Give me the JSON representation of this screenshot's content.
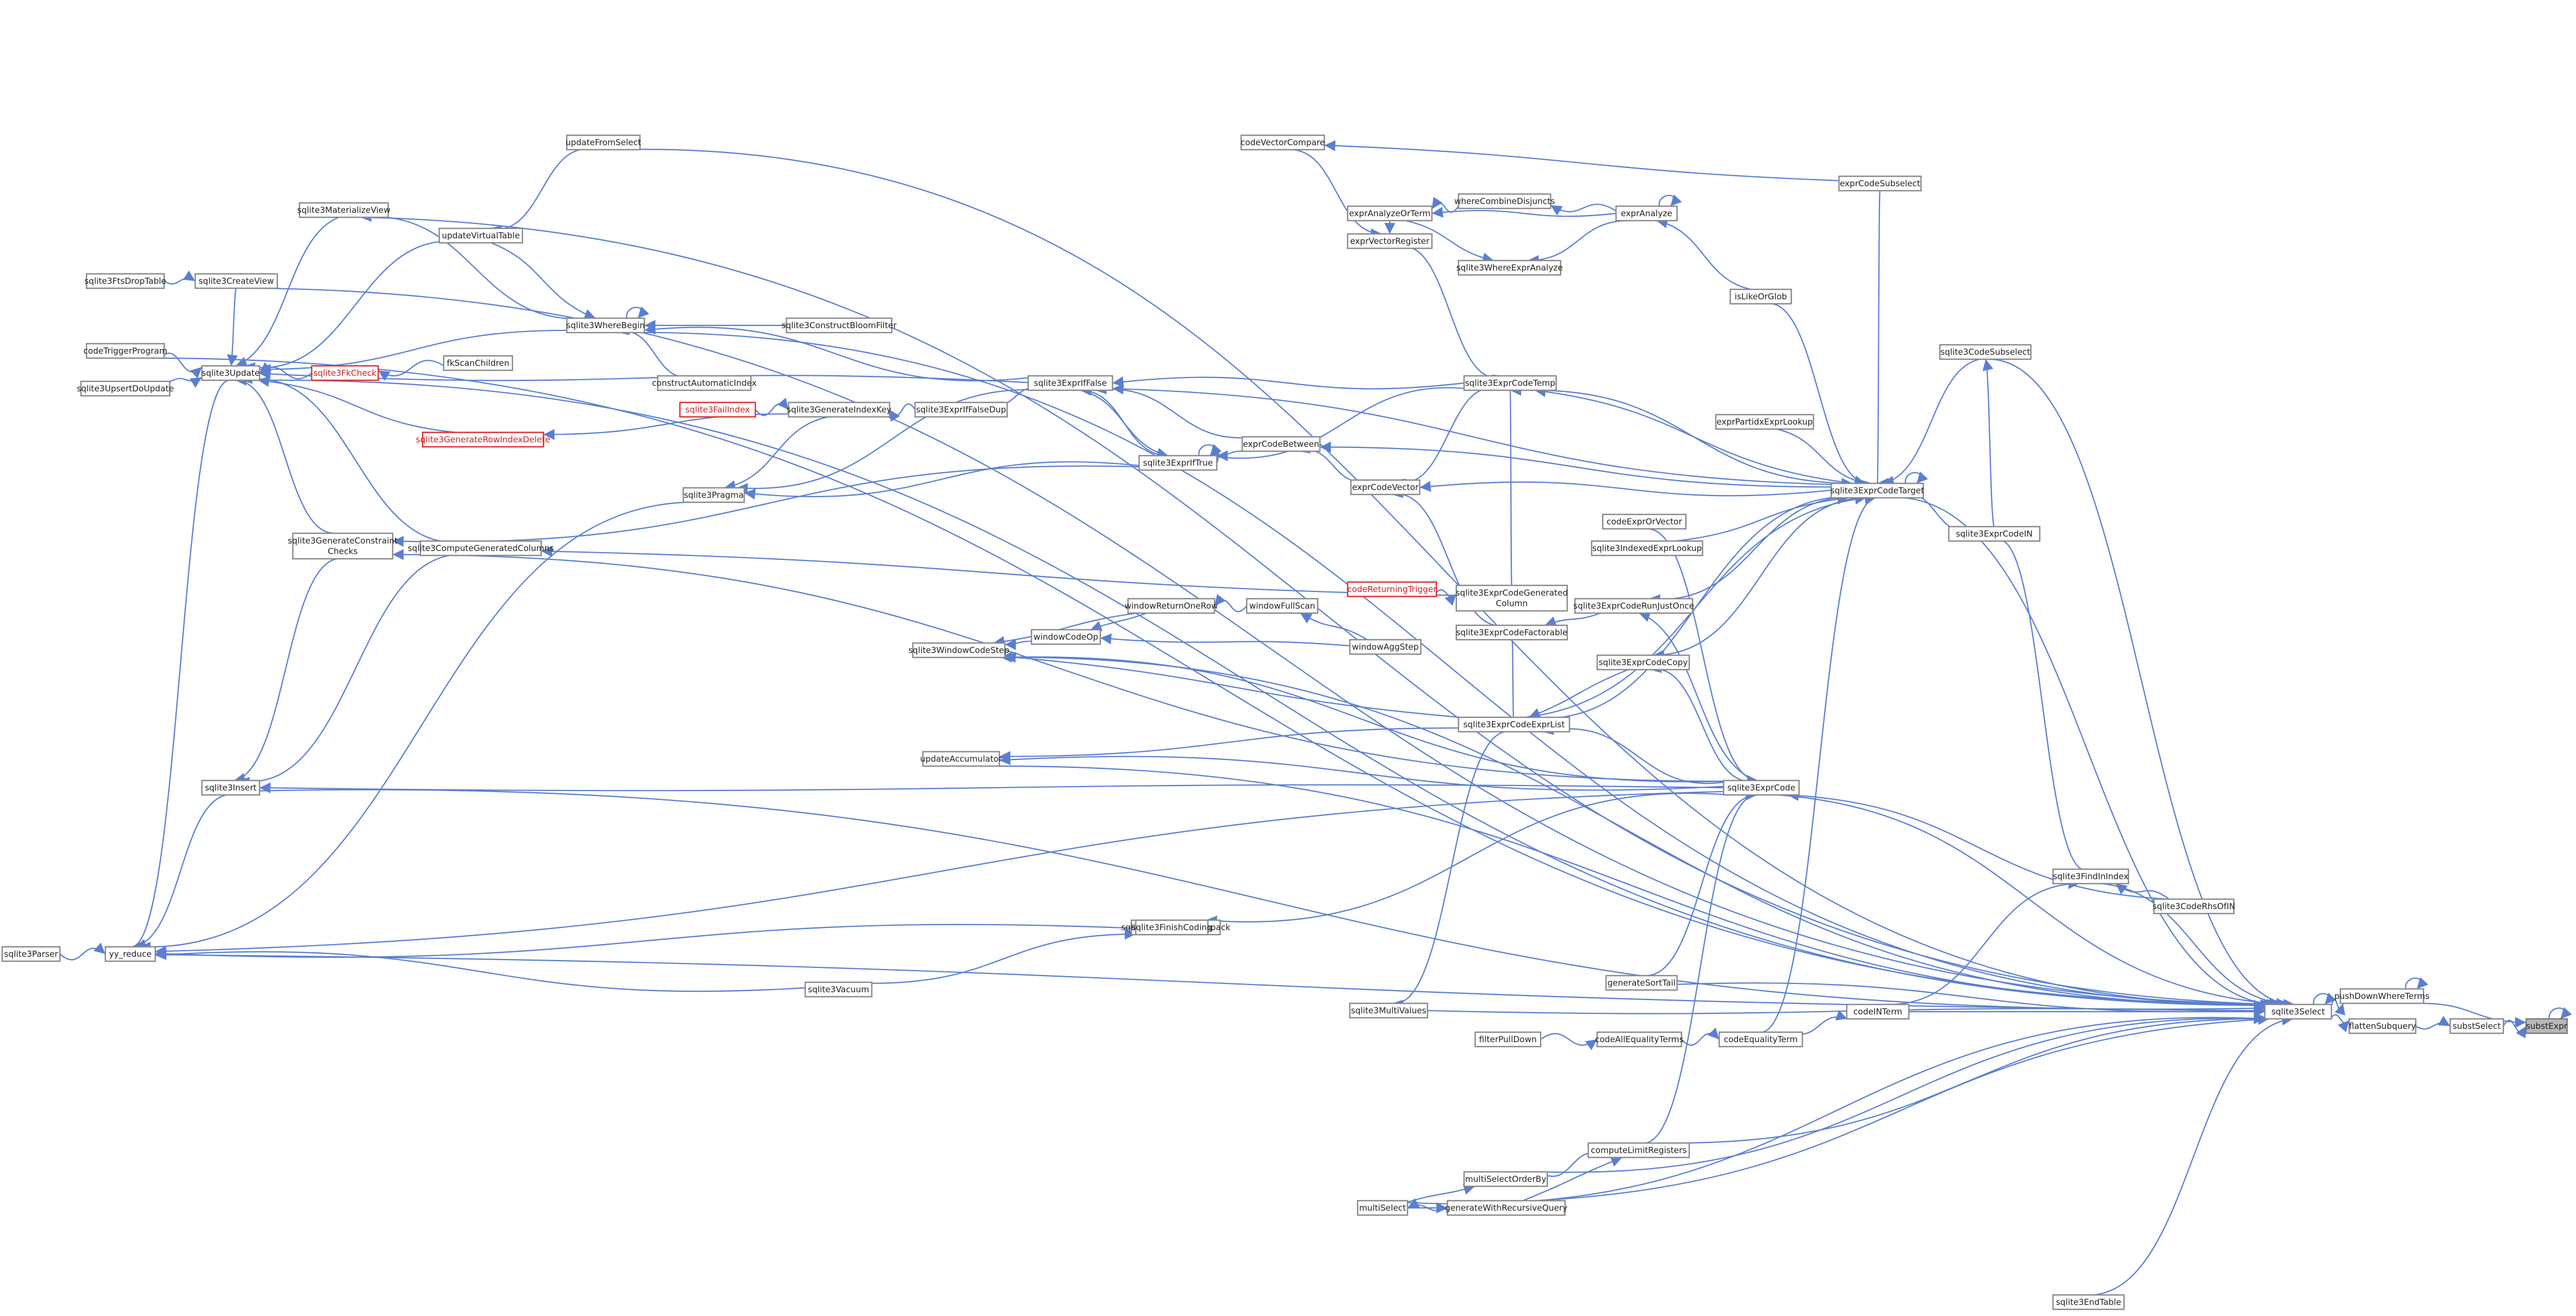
{
  "nodes": [
    {
      "id": "subst",
      "label": "substExpr",
      "style": "dark"
    },
    {
      "id": "substSelect",
      "label": "substSelect"
    },
    {
      "id": "pushDown",
      "label": "pushDownWhereTerms"
    },
    {
      "id": "flatten",
      "label": "flattenSubquery"
    },
    {
      "id": "select",
      "label": "sqlite3Select"
    },
    {
      "id": "codeRowTrigger",
      "label": "codeTriggerProgram"
    },
    {
      "id": "update",
      "label": "sqlite3Update"
    },
    {
      "id": "insert",
      "label": "sqlite3Insert"
    },
    {
      "id": "yyreduce",
      "label": "yy_reduce"
    },
    {
      "id": "parser",
      "label": "sqlite3Parser"
    },
    {
      "id": "dropTable",
      "label": "sqlite3FtsDropTable"
    },
    {
      "id": "createView",
      "label": "sqlite3CreateView"
    },
    {
      "id": "upsert",
      "label": "sqlite3UpsertDoUpdate"
    },
    {
      "id": "materialize",
      "label": "sqlite3MaterializeView"
    },
    {
      "id": "updateVT",
      "label": "updateVirtualTable"
    },
    {
      "id": "updFromSel",
      "label": "updateFromSelect"
    },
    {
      "id": "whereBegin",
      "label": "sqlite3WhereBegin"
    },
    {
      "id": "fkCheck",
      "label": "sqlite3FkCheck",
      "style": "red"
    },
    {
      "id": "fkScan",
      "label": "fkScanChildren"
    },
    {
      "id": "genRowDel",
      "label": "sqlite3GenerateRowIndexDelete",
      "style": "red"
    },
    {
      "id": "genConstr",
      "label": "sqlite3GenerateConstraint\nChecks"
    },
    {
      "id": "computeGen",
      "label": "sqlite3ComputeGeneratedColumns"
    },
    {
      "id": "pragma",
      "label": "sqlite3Pragma"
    },
    {
      "id": "bloom",
      "label": "sqlite3ConstructBloomFilter"
    },
    {
      "id": "autoIdx",
      "label": "constructAutomaticIndex"
    },
    {
      "id": "failIdx",
      "label": "sqlite3FailIndex",
      "style": "red"
    },
    {
      "id": "genIdxKey",
      "label": "sqlite3GenerateIndexKey"
    },
    {
      "id": "ifFalseDup",
      "label": "sqlite3ExprIfFalseDup"
    },
    {
      "id": "ifFalse",
      "label": "sqlite3ExprIfFalse"
    },
    {
      "id": "ifTrue",
      "label": "sqlite3ExprIfTrue"
    },
    {
      "id": "winCodeStep",
      "label": "sqlite3WindowCodeStep"
    },
    {
      "id": "winCodeOp",
      "label": "windowCodeOp"
    },
    {
      "id": "winReturnRow",
      "label": "windowReturnOneRow"
    },
    {
      "id": "winFullScan",
      "label": "windowFullScan"
    },
    {
      "id": "winAggStep",
      "label": "windowAggStep"
    },
    {
      "id": "updAccum",
      "label": "updateAccumulator"
    },
    {
      "id": "vtabUpdate",
      "label": "sqlite3VdbeRecordUnpack"
    },
    {
      "id": "vacuum",
      "label": "sqlite3Vacuum"
    },
    {
      "id": "multiValues",
      "label": "sqlite3MultiValues"
    },
    {
      "id": "codeVecCmp",
      "label": "codeVectorCompare"
    },
    {
      "id": "whereCombine",
      "label": "whereCombineDisjuncts"
    },
    {
      "id": "exprAnalyzeAll",
      "label": "exprAnalyzeOrTerm"
    },
    {
      "id": "exprAnalyze",
      "label": "exprAnalyze"
    },
    {
      "id": "exprVecReg",
      "label": "exprVectorRegister"
    },
    {
      "id": "whereExprAnalyze",
      "label": "sqlite3WhereExprAnalyze"
    },
    {
      "id": "codeTemp",
      "label": "sqlite3ExprCodeTemp"
    },
    {
      "id": "codeBetween",
      "label": "exprCodeBetween"
    },
    {
      "id": "codeVector",
      "label": "exprCodeVector"
    },
    {
      "id": "codeRetTrig",
      "label": "codeReturningTrigger",
      "style": "red"
    },
    {
      "id": "codeGenCol",
      "label": "sqlite3ExprCodeGenerated\nColumn"
    },
    {
      "id": "codeFactorable",
      "label": "sqlite3ExprCodeFactorable"
    },
    {
      "id": "codeExprList",
      "label": "sqlite3ExprCodeExprList"
    },
    {
      "id": "codeCopy",
      "label": "sqlite3ExprCodeCopy"
    },
    {
      "id": "runOnce",
      "label": "sqlite3ExprCodeRunJustOnce"
    },
    {
      "id": "indexedLookup",
      "label": "sqlite3IndexedExprLookup"
    },
    {
      "id": "orVector",
      "label": "codeExprOrVector"
    },
    {
      "id": "partIdx",
      "label": "exprPartidxExprLookup"
    },
    {
      "id": "codeTarget",
      "label": "sqlite3ExprCodeTarget"
    },
    {
      "id": "isLike",
      "label": "isLikeOrGlob"
    },
    {
      "id": "codeSubsel",
      "label": "exprCodeSubselect"
    },
    {
      "id": "codeSubselect",
      "label": "sqlite3CodeSubselect"
    },
    {
      "id": "codeIN",
      "label": "sqlite3ExprCodeIN"
    },
    {
      "id": "exprCode",
      "label": "sqlite3ExprCode"
    },
    {
      "id": "findInIdx",
      "label": "sqlite3FindInIndex"
    },
    {
      "id": "rhsOfIN",
      "label": "sqlite3CodeRhsOfIN"
    },
    {
      "id": "genSortTail",
      "label": "generateSortTail"
    },
    {
      "id": "codeEqTerm",
      "label": "codeEqualityTerm"
    },
    {
      "id": "codeAllEq",
      "label": "codeAllEqualityTerms"
    },
    {
      "id": "filterPD",
      "label": "filterPullDown"
    },
    {
      "id": "codeInTerm",
      "label": "codeINTerm"
    },
    {
      "id": "computeLimit",
      "label": "computeLimitRegisters"
    },
    {
      "id": "multiSelOrder",
      "label": "multiSelectOrderBy"
    },
    {
      "id": "multiSelect",
      "label": "multiSelect"
    },
    {
      "id": "genRecursive",
      "label": "generateWithRecursiveQuery"
    },
    {
      "id": "endTable",
      "label": "sqlite3EndTable"
    },
    {
      "id": "whereCode",
      "label": "sqlite3FinishCoding"
    }
  ]
}
